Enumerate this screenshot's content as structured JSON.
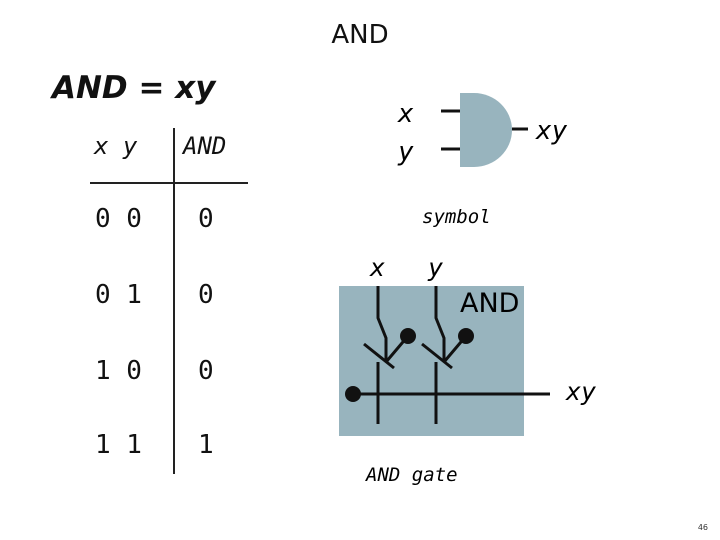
{
  "slide": {
    "title": "AND",
    "page_number": "46"
  },
  "equation": {
    "text": "AND = xy"
  },
  "truth_table": {
    "headers": {
      "inputs": "x y",
      "output": "AND"
    },
    "rows": [
      {
        "inputs": "0 0",
        "output": "0"
      },
      {
        "inputs": "0 1",
        "output": "0"
      },
      {
        "inputs": "1 0",
        "output": "0"
      },
      {
        "inputs": "1 1",
        "output": "1"
      }
    ]
  },
  "symbol": {
    "input_x": "x",
    "input_y": "y",
    "output": "xy",
    "caption": "symbol",
    "fill_color": "#98b4be"
  },
  "gate": {
    "input_x": "x",
    "input_y": "y",
    "name": "AND",
    "output": "xy",
    "caption": "AND gate",
    "fill_color": "#98b4be"
  }
}
